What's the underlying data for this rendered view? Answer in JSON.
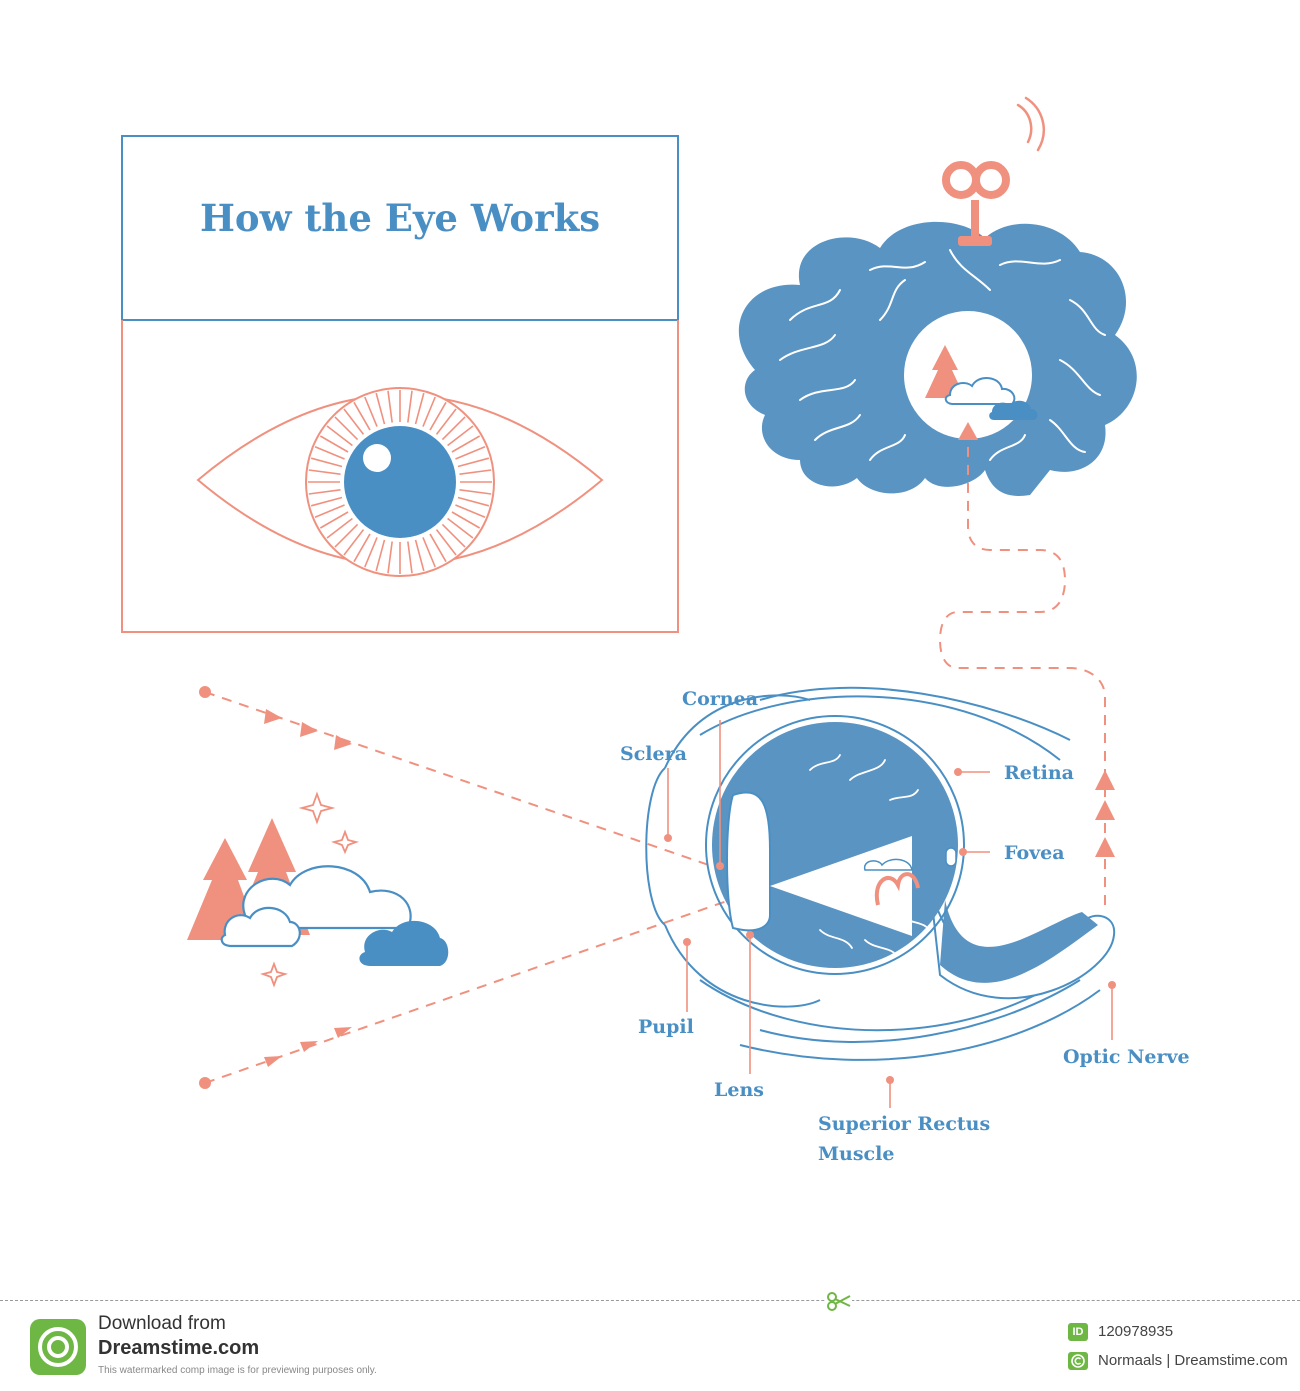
{
  "title": "How the Eye Works",
  "labels": {
    "cornea": "Cornea",
    "sclera": "Sclera",
    "retina": "Retina",
    "fovea": "Fovea",
    "pupil": "Pupil",
    "lens": "Lens",
    "superior_rectus_1": "Superior Rectus",
    "superior_rectus_2": "Muscle",
    "optic_nerve": "Optic Nerve"
  },
  "footer": {
    "download_from": "Download from",
    "brand": "Dreamstime.com",
    "notice": "This watermarked comp image is for previewing purposes only.",
    "id_badge": "ID",
    "image_id": "120978935",
    "credit": "Normaals | Dreamstime.com"
  },
  "colors": {
    "blue": "#4a8fc4",
    "coral": "#f0917f",
    "green": "#6fb744"
  }
}
